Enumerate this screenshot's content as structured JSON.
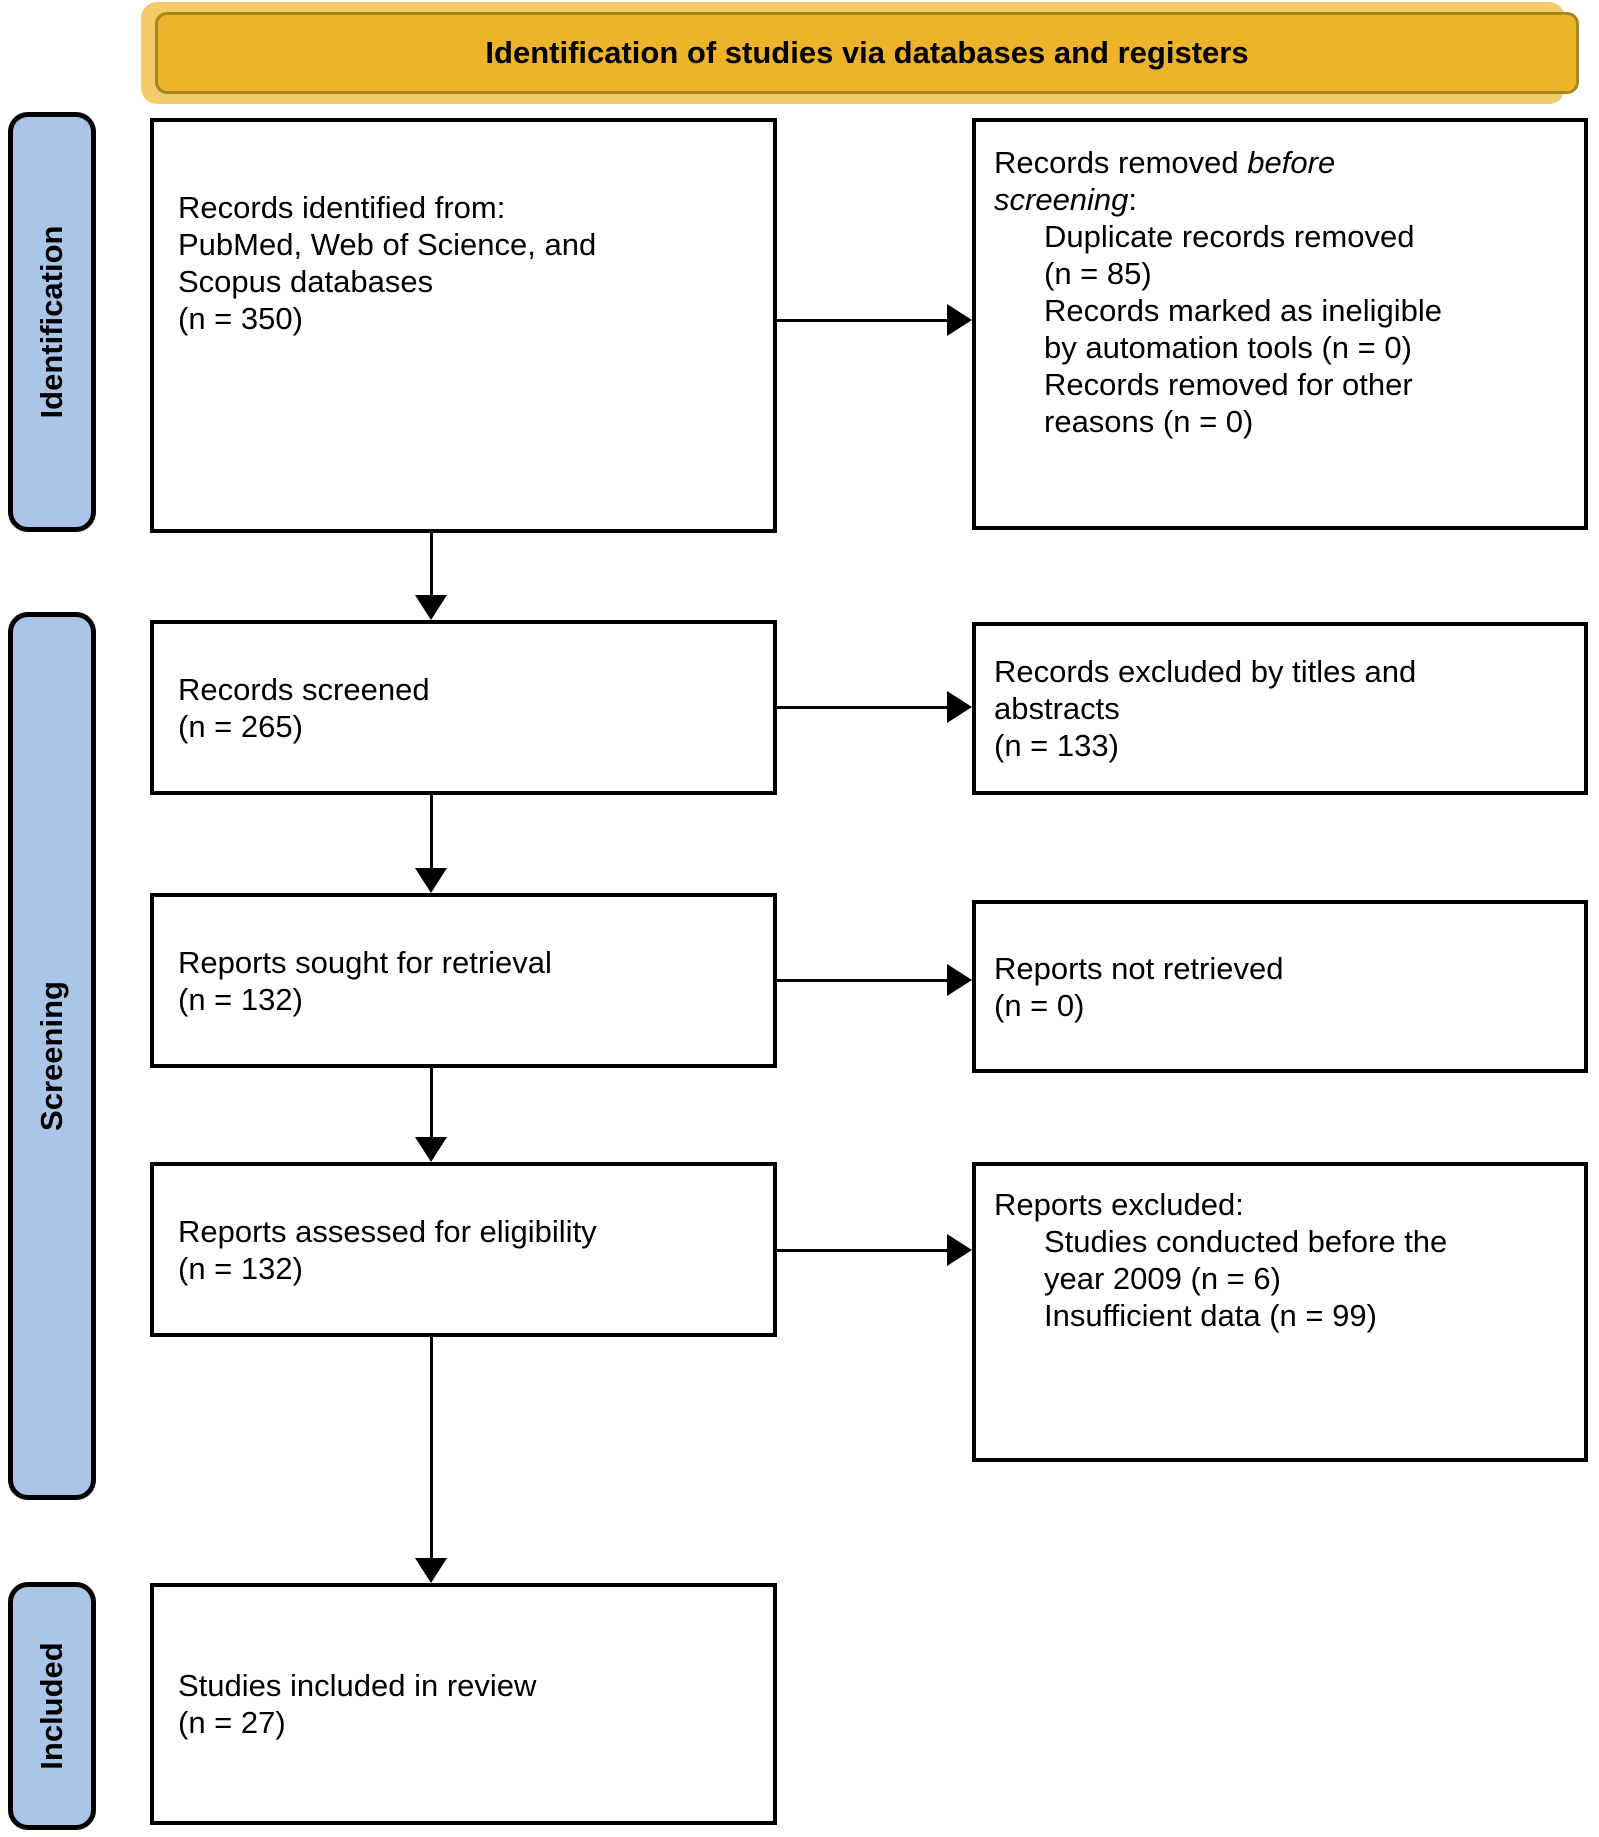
{
  "header": {
    "title": "Identification of studies via databases and registers"
  },
  "stages": {
    "identification": "Identification",
    "screening": "Screening",
    "included": "Included"
  },
  "boxes": {
    "records_identified": {
      "lines": [
        "Records identified from:",
        "PubMed, Web of Science, and",
        "Scopus databases",
        "(n = 350)"
      ]
    },
    "records_removed": {
      "title_line1_regular": "Records removed ",
      "title_line1_italic": "before",
      "title_line2_italic": "screening",
      "title_line2_suffix": ":",
      "item_lines": [
        "Duplicate records removed",
        "(n = 85)",
        "Records marked as ineligible",
        "by automation tools (n = 0)",
        "Records removed for other",
        "reasons (n = 0)"
      ]
    },
    "records_screened": {
      "lines": [
        "Records screened",
        "(n = 265)"
      ]
    },
    "records_excluded": {
      "lines": [
        "Records excluded by titles and",
        "abstracts",
        "(n = 133)"
      ]
    },
    "reports_sought": {
      "lines": [
        "Reports sought for retrieval",
        "(n = 132)"
      ]
    },
    "reports_not_retrieved": {
      "lines": [
        "Reports not retrieved",
        "(n = 0)"
      ]
    },
    "reports_assessed": {
      "lines": [
        "Reports assessed for eligibility",
        "(n = 132)"
      ]
    },
    "reports_excluded": {
      "title": "Reports excluded:",
      "item_lines": [
        "Studies conducted before the",
        "year 2009 (n = 6)",
        "Insufficient data (n = 99)"
      ]
    },
    "studies_included": {
      "lines": [
        "Studies included in review",
        "(n = 27)"
      ]
    }
  },
  "colors": {
    "header_bg": "#ECB32B",
    "header_border": "#A5871E",
    "header_glow": "#F3CC69",
    "stage_bg": "#ABC5E8",
    "box_border": "#000000"
  }
}
